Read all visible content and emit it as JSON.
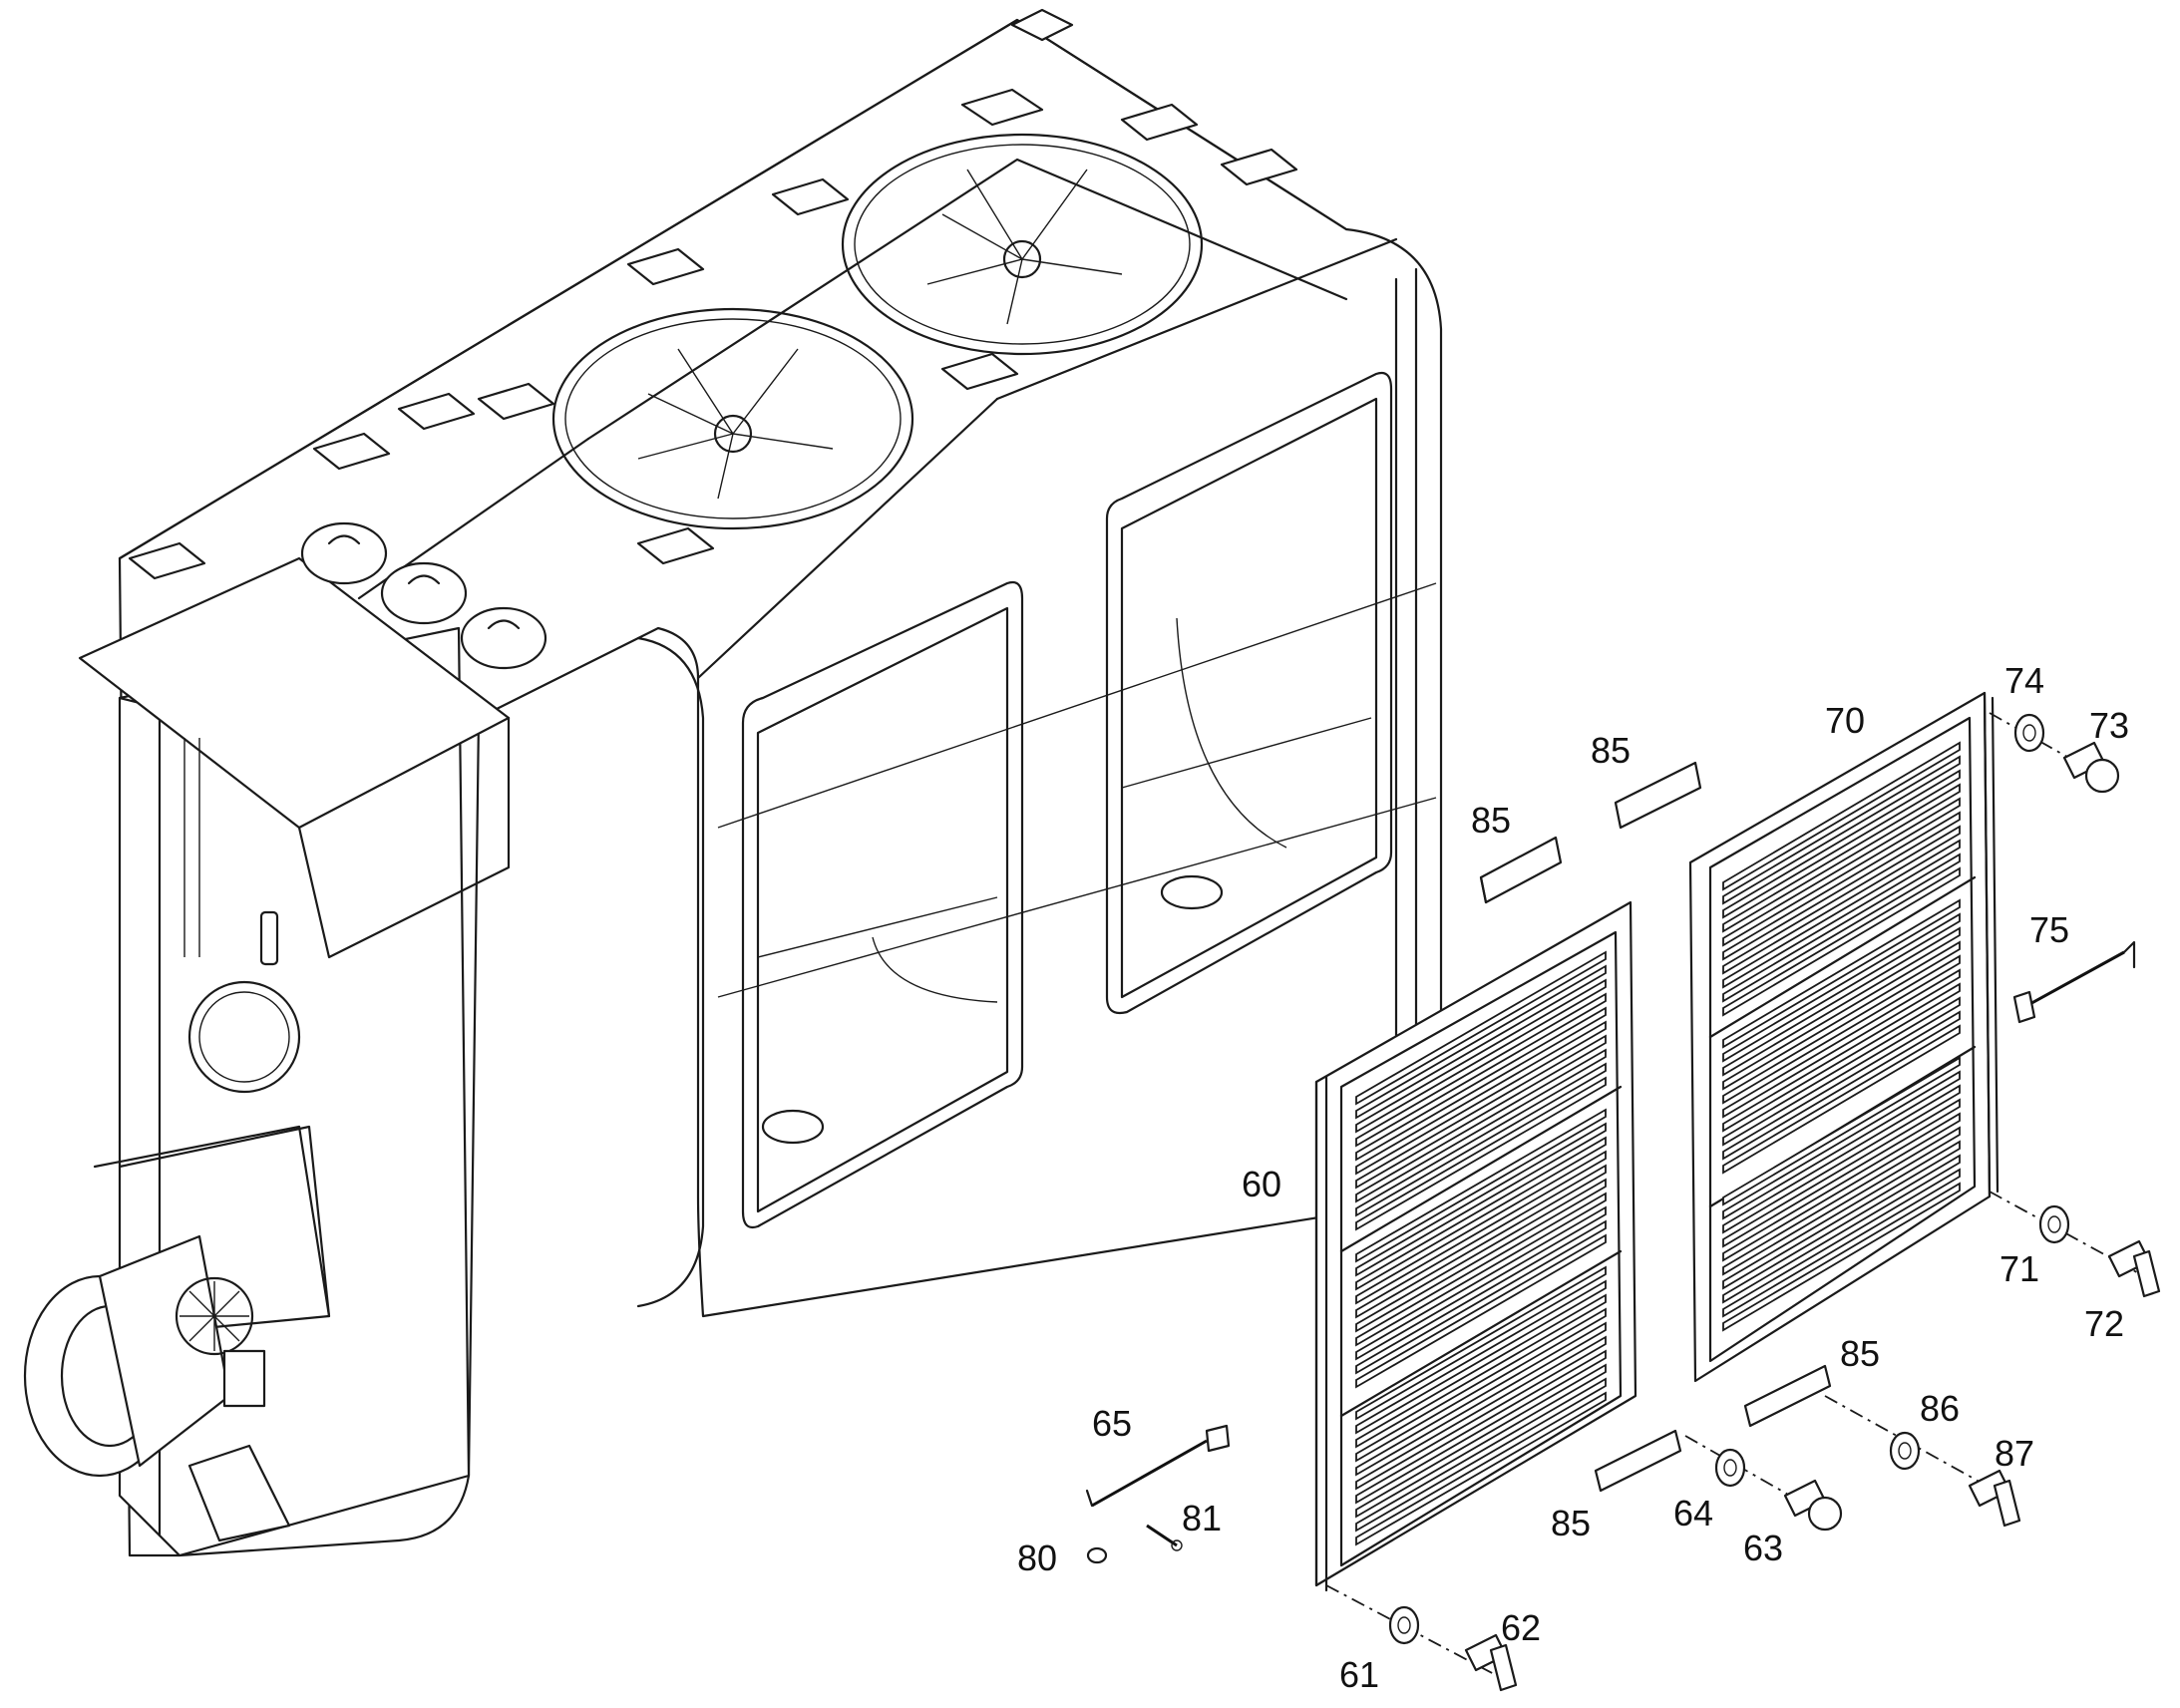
{
  "callouts": [
    {
      "id": "60",
      "label": "60"
    },
    {
      "id": "61",
      "label": "61"
    },
    {
      "id": "62",
      "label": "62"
    },
    {
      "id": "63",
      "label": "63"
    },
    {
      "id": "64",
      "label": "64"
    },
    {
      "id": "65",
      "label": "65"
    },
    {
      "id": "70",
      "label": "70"
    },
    {
      "id": "71",
      "label": "71"
    },
    {
      "id": "72",
      "label": "72"
    },
    {
      "id": "73",
      "label": "73"
    },
    {
      "id": "74",
      "label": "74"
    },
    {
      "id": "75",
      "label": "75"
    },
    {
      "id": "80",
      "label": "80"
    },
    {
      "id": "81",
      "label": "81"
    },
    {
      "id": "85a",
      "label": "85"
    },
    {
      "id": "85b",
      "label": "85"
    },
    {
      "id": "85c",
      "label": "85"
    },
    {
      "id": "85d",
      "label": "85"
    },
    {
      "id": "86",
      "label": "86"
    },
    {
      "id": "87",
      "label": "87"
    }
  ],
  "colors": {
    "line": "#1a1a1a",
    "background": "#ffffff"
  }
}
